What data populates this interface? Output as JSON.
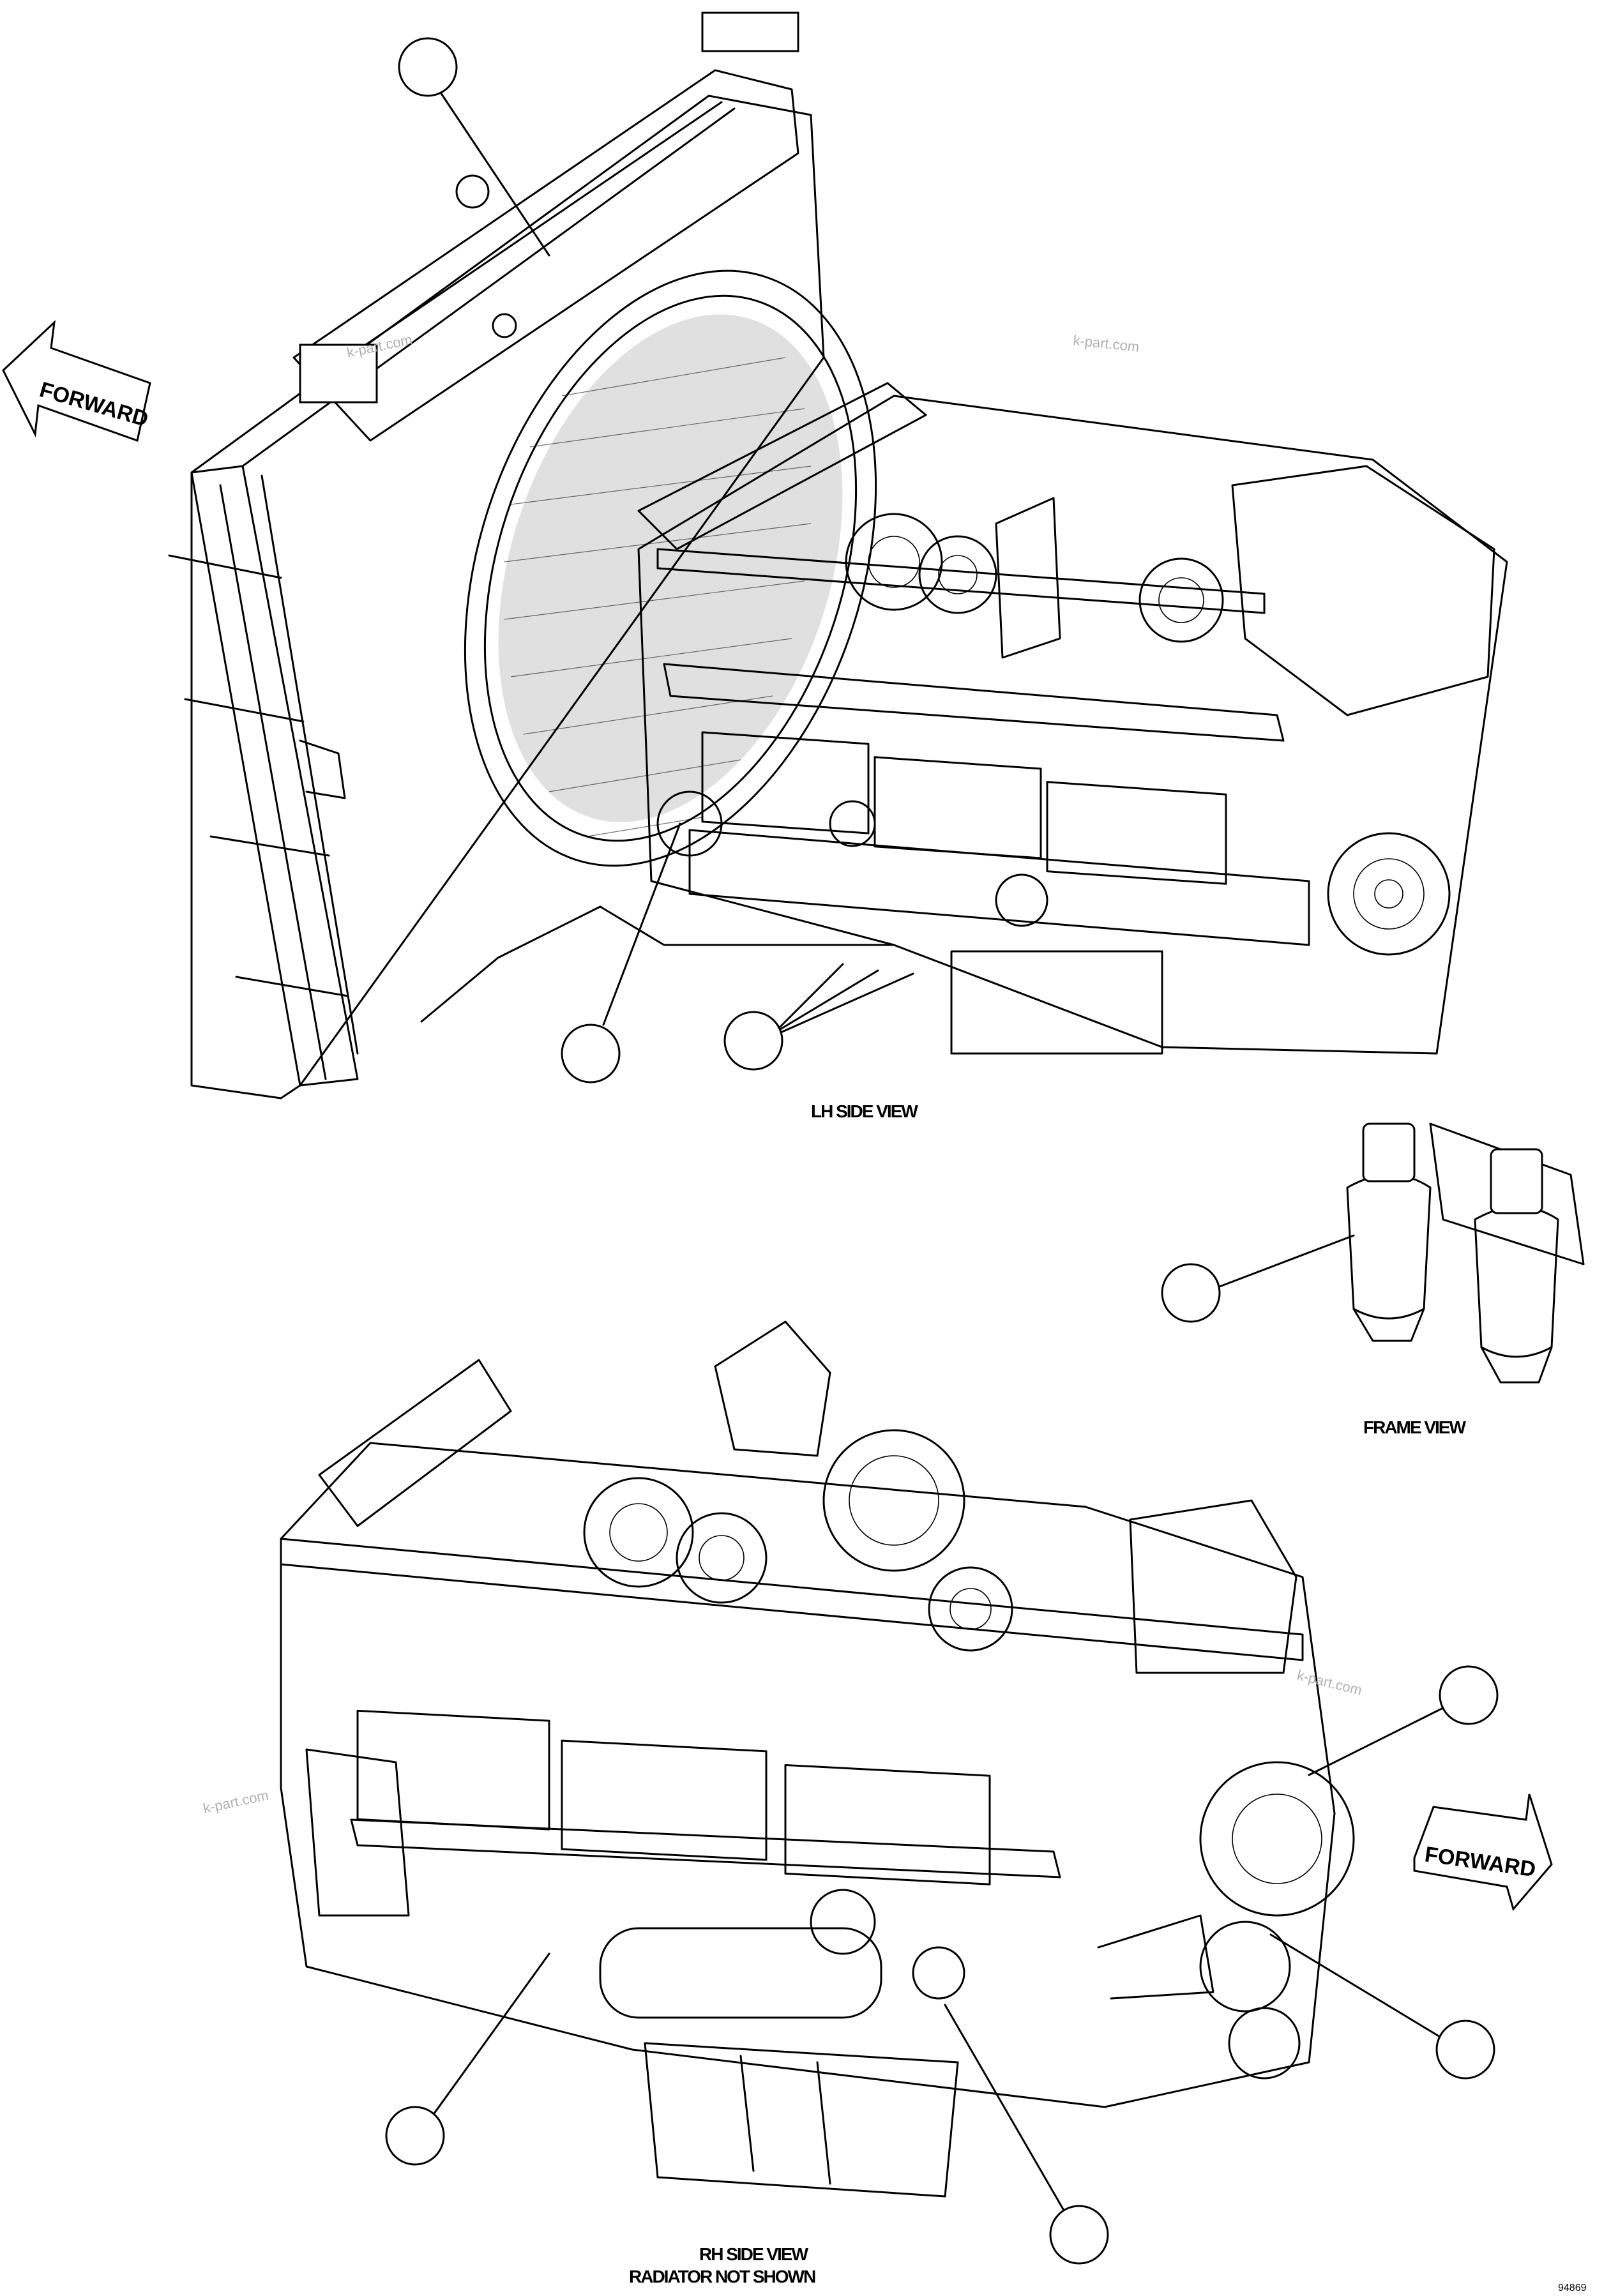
{
  "views": {
    "lh_side": "LH SIDE VIEW",
    "frame": "FRAME VIEW",
    "rh_side": "RH SIDE VIEW",
    "rh_note": "RADIATOR NOT SHOWN"
  },
  "arrows": {
    "forward_top": "FORWARD",
    "forward_bottom": "FORWARD"
  },
  "watermark": "k-part.com",
  "figure_code": "94869"
}
